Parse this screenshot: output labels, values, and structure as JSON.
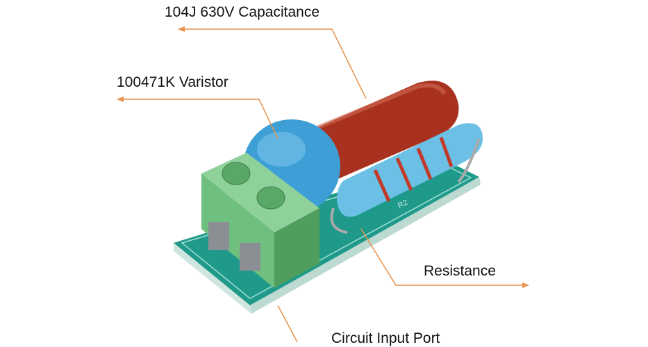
{
  "labels": {
    "capacitance": "104J 630V Capacitance",
    "varistor": "100471K Varistor",
    "resistance": "Resistance",
    "input_port": "Circuit Input Port"
  },
  "board": {
    "silkscreen": "R2"
  },
  "colors": {
    "leader": "#e8914a",
    "pcb": "#1f9a8a",
    "terminal": "#6fbf7e",
    "capacitor": "#a8321f",
    "varistor": "#3d9fd6",
    "resistor": "#6cc0e6"
  }
}
